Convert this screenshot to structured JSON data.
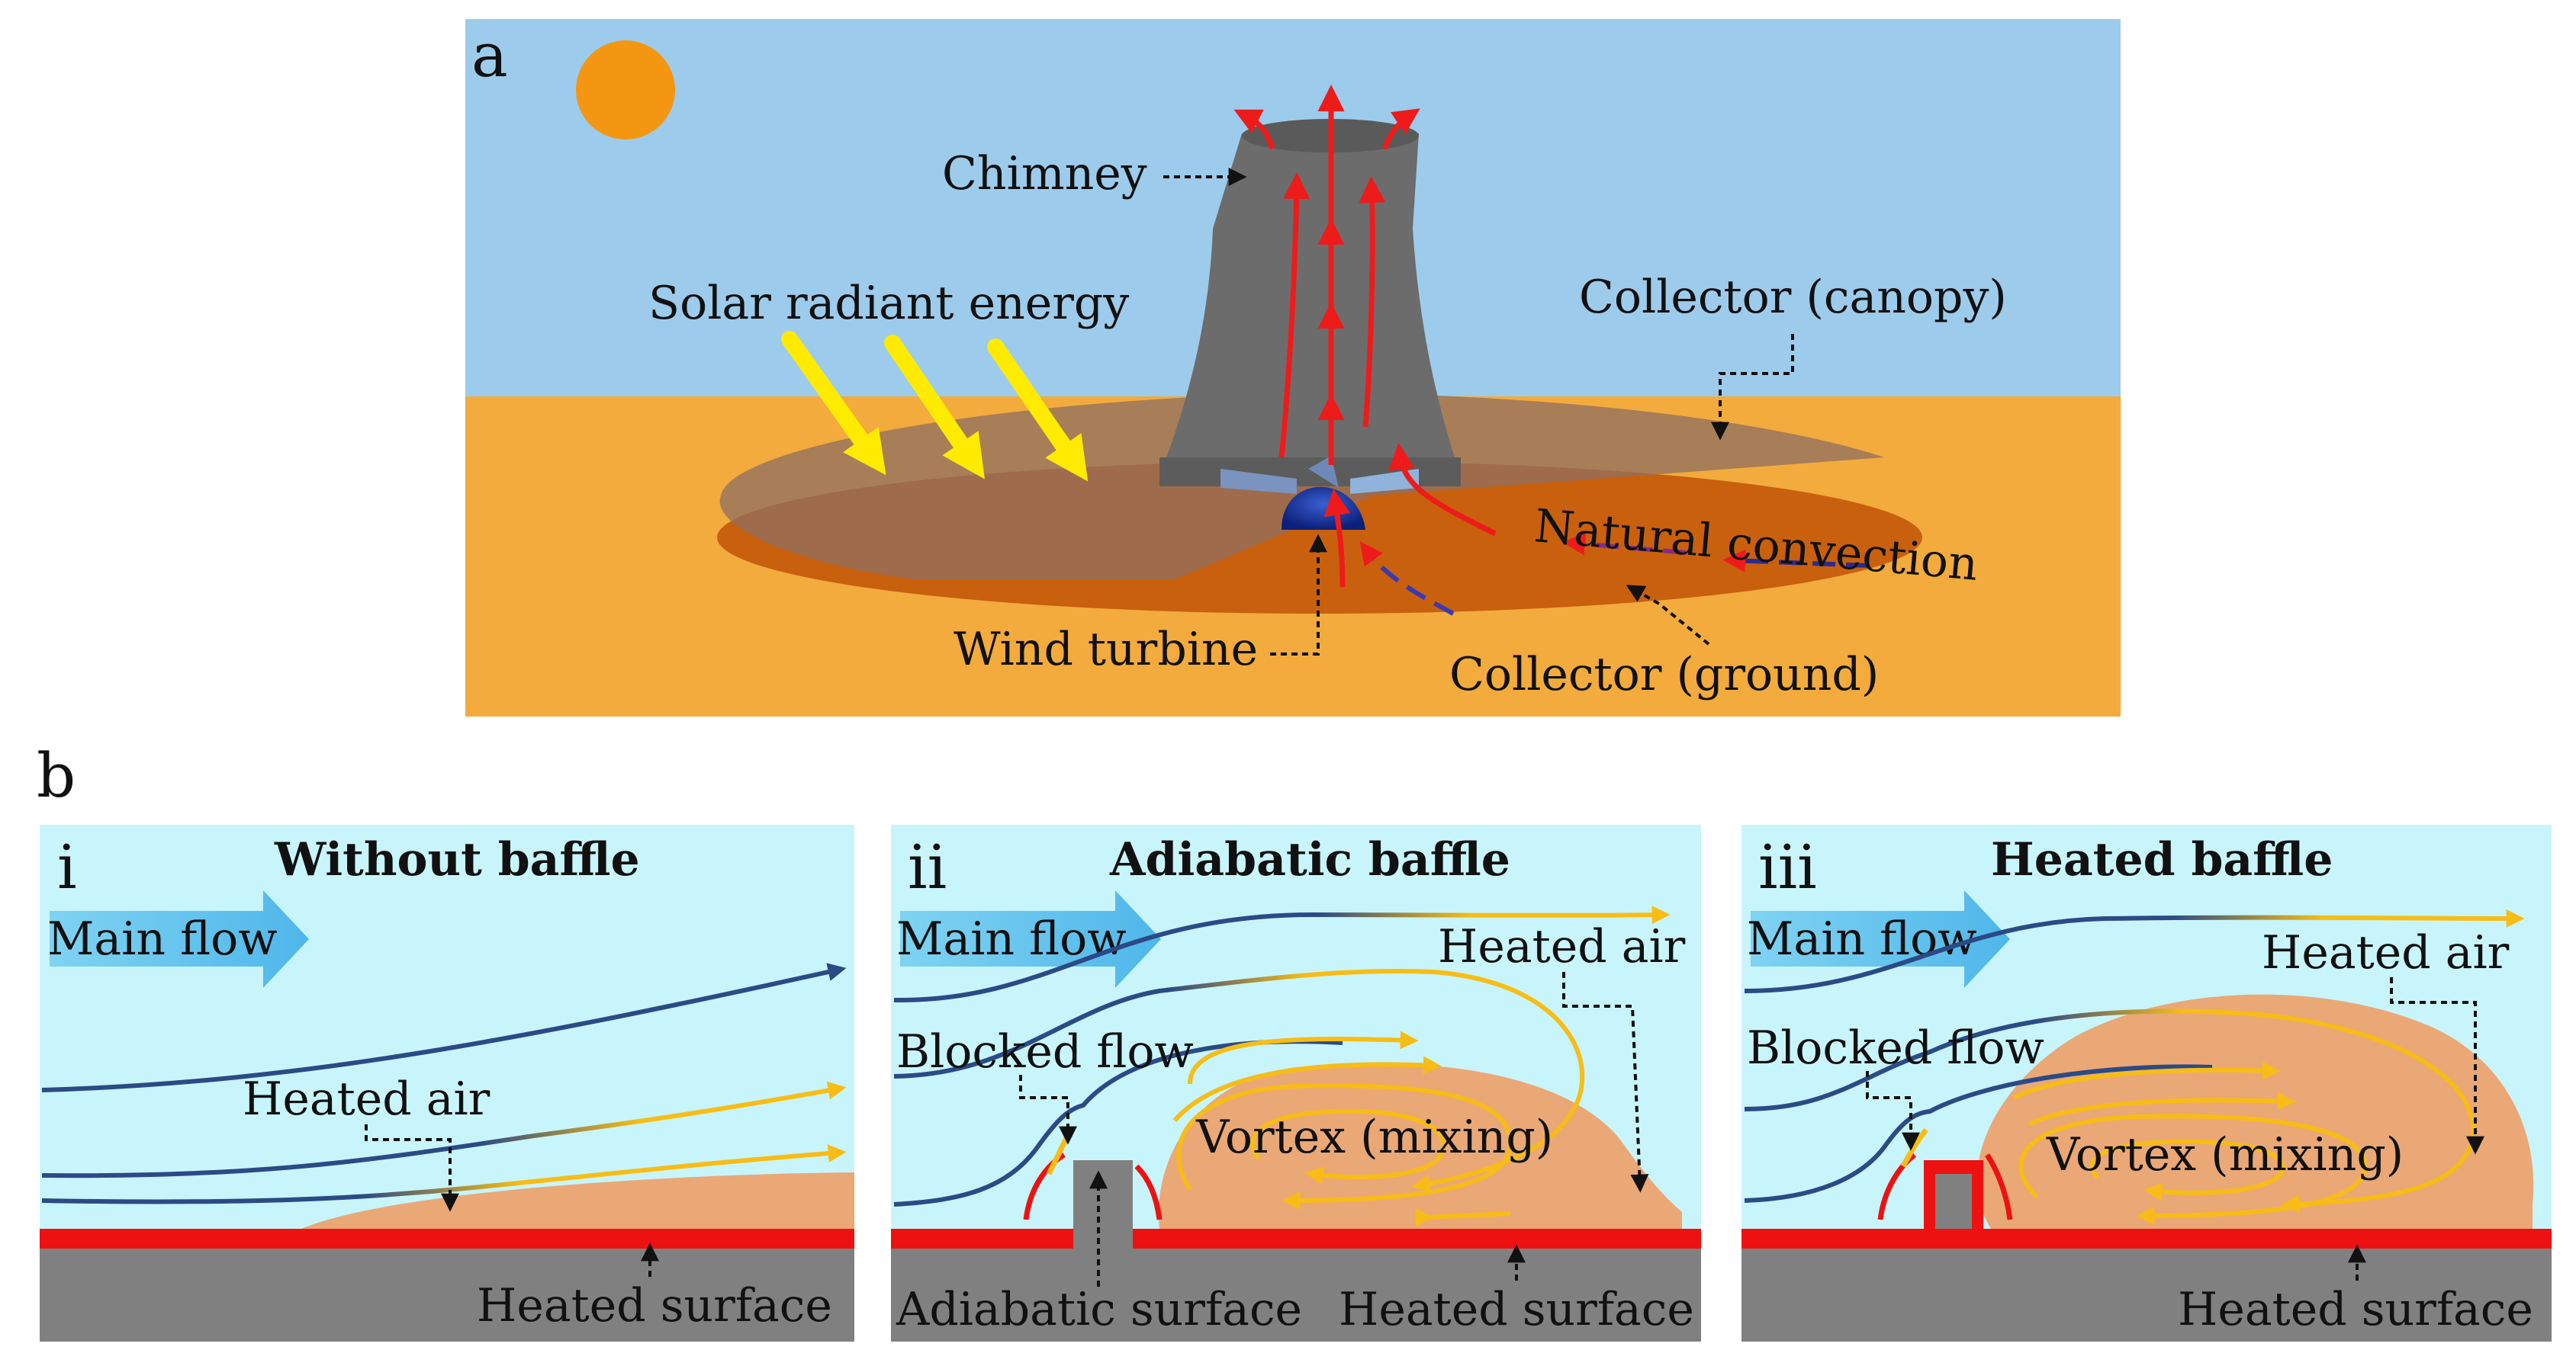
{
  "panel_a": {
    "label": "a",
    "chimney": "Chimney",
    "solar": "Solar radiant energy",
    "canopy": "Collector (canopy)",
    "convection": "Natural convection",
    "turbine": "Wind turbine",
    "ground": "Collector (ground)"
  },
  "panel_b": {
    "label": "b",
    "i": {
      "numeral": "i",
      "title": "Without baffle",
      "main_flow": "Main flow",
      "heated_air": "Heated air",
      "heated_surface": "Heated surface"
    },
    "ii": {
      "numeral": "ii",
      "title": "Adiabatic baffle",
      "main_flow": "Main flow",
      "heated_air": "Heated air",
      "blocked_flow": "Blocked flow",
      "vortex": "Vortex (mixing)",
      "adiabatic_surface": "Adiabatic surface",
      "heated_surface": "Heated surface"
    },
    "iii": {
      "numeral": "iii",
      "title": "Heated baffle",
      "main_flow": "Main flow",
      "heated_air": "Heated air",
      "blocked_flow": "Blocked flow",
      "vortex": "Vortex (mixing)",
      "heated_surface": "Heated surface"
    }
  },
  "colors": {
    "sky": "#9dcbec",
    "desert": "#f2ab3c",
    "panel_bg": "#c8f5fb",
    "heated_air": "#eaa877",
    "streamline": "#2b4a86",
    "hot_stream": "#f7bd16",
    "surface": "#ee1111",
    "ground": "#808080",
    "arrow_red": "#ee1b1b",
    "solar": "#ffeb00"
  }
}
